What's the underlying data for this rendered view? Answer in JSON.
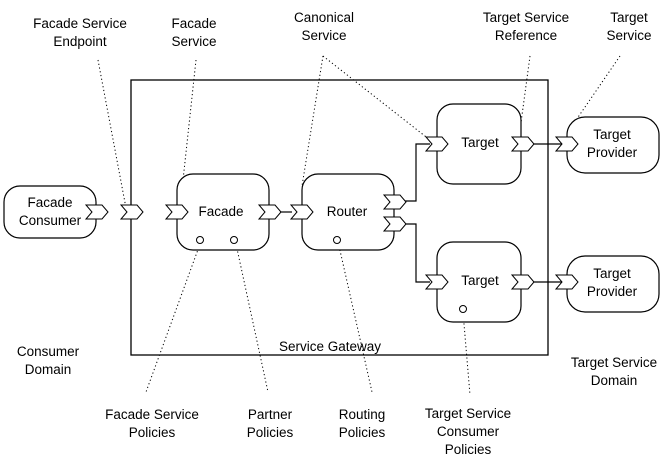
{
  "nodes": {
    "facade_consumer": "Facade\nConsumer",
    "facade": "Facade",
    "router": "Router",
    "target_top": "Target",
    "target_bottom": "Target",
    "target_provider_top": "Target\nProvider",
    "target_provider_bottom": "Target\nProvider"
  },
  "labels": {
    "facade_service_endpoint": "Facade Service\nEndpoint",
    "facade_service": "Facade\nService",
    "canonical_service": "Canonical\nService",
    "target_service_reference": "Target Service\nReference",
    "target_service": "Target\nService",
    "service_gateway": "Service Gateway",
    "consumer_domain": "Consumer\nDomain",
    "target_service_domain": "Target Service\nDomain",
    "facade_service_policies": "Facade Service\nPolicies",
    "partner_policies": "Partner\nPolicies",
    "routing_policies": "Routing\nPolicies",
    "target_service_consumer_policies": "Target Service\nConsumer\nPolicies"
  }
}
